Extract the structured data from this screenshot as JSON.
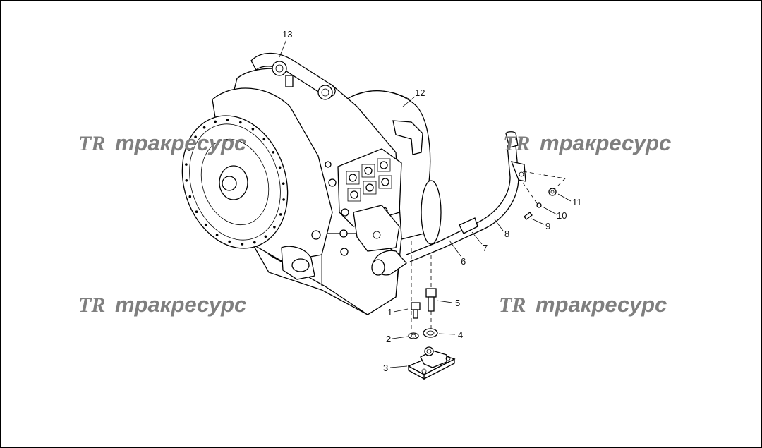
{
  "watermark": {
    "logo": "TR",
    "text": "тракресурс"
  },
  "callouts": [
    "1",
    "2",
    "3",
    "4",
    "5",
    "6",
    "7",
    "8",
    "9",
    "10",
    "11",
    "12",
    "13"
  ],
  "colors": {
    "line": "#000000",
    "watermark": "#7f7f7f",
    "background": "#ffffff"
  }
}
